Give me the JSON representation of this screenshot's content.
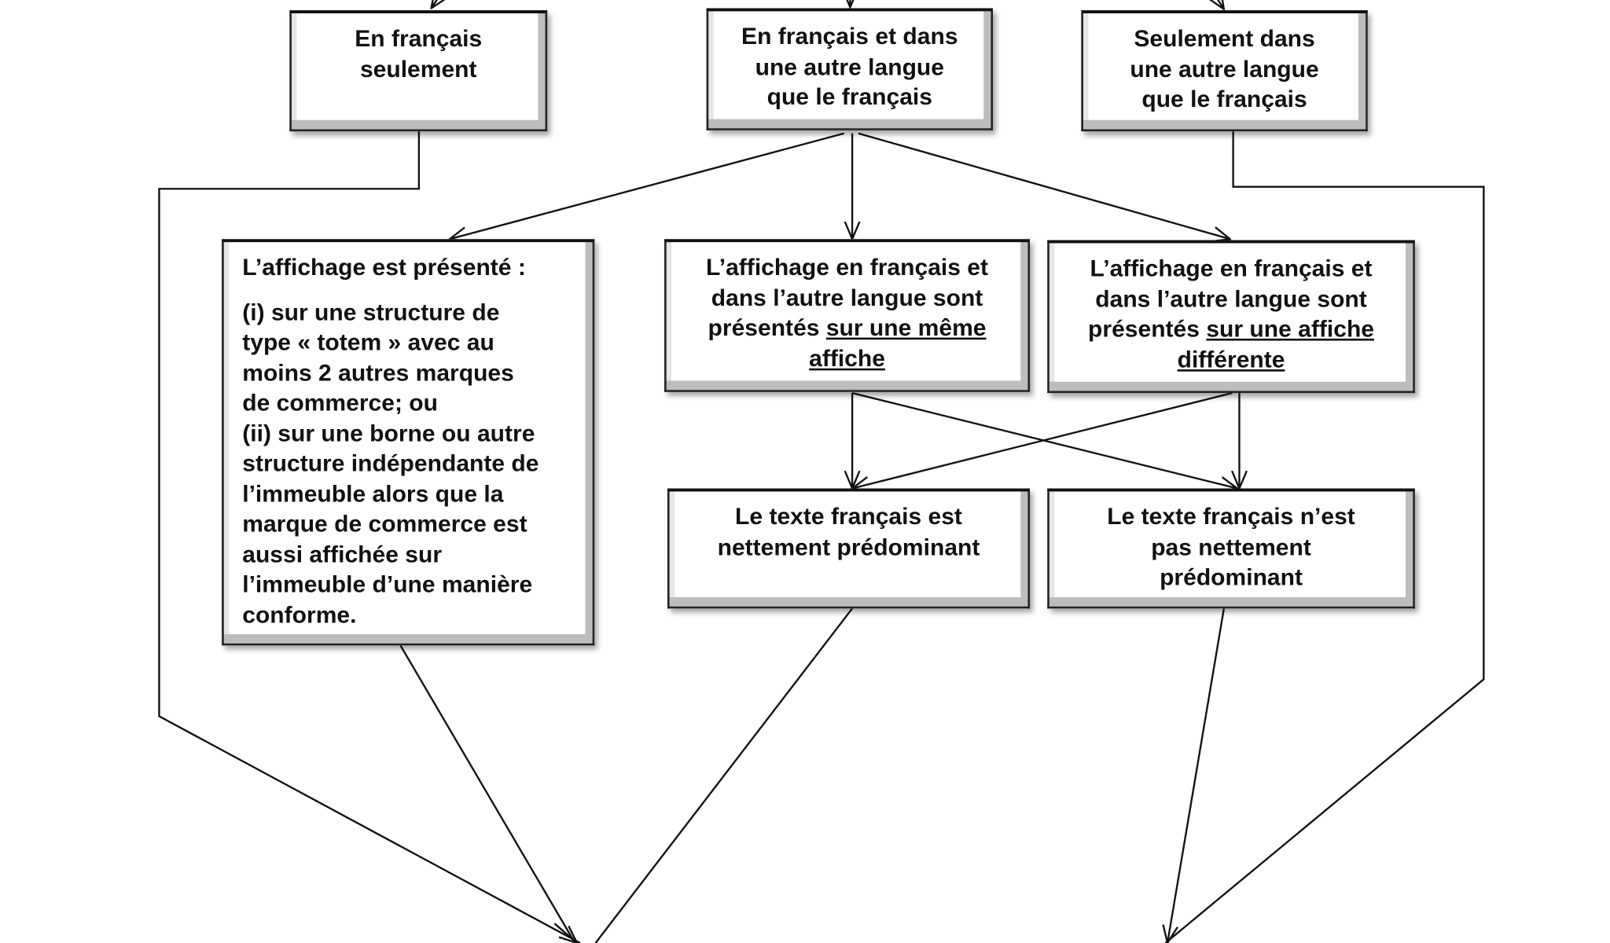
{
  "boxes": [
    {
      "id": "francais-seulement",
      "lines": [
        [
          {
            "t": "En français"
          }
        ],
        [
          {
            "t": "seulement"
          }
        ]
      ]
    },
    {
      "id": "francais-et-autre-langue",
      "lines": [
        [
          {
            "t": "En français et dans"
          }
        ],
        [
          {
            "t": "une autre langue"
          }
        ],
        [
          {
            "t": "que le français"
          }
        ]
      ]
    },
    {
      "id": "seulement-autre-langue",
      "lines": [
        [
          {
            "t": "Seulement dans"
          }
        ],
        [
          {
            "t": "une autre langue"
          }
        ],
        [
          {
            "t": "que le français"
          }
        ]
      ]
    },
    {
      "id": "affichage-presente",
      "lines": [
        [
          {
            "t": "L’affichage est présenté :"
          }
        ],
        "gap",
        [
          {
            "t": "(i) sur une structure de"
          }
        ],
        [
          {
            "t": "type « totem » avec au"
          }
        ],
        [
          {
            "t": "moins 2 autres marques"
          }
        ],
        [
          {
            "t": "de commerce; ou"
          }
        ],
        [
          {
            "t": "(ii) sur une borne ou autre"
          }
        ],
        [
          {
            "t": "structure indépendante de"
          }
        ],
        [
          {
            "t": "l’immeuble alors que la"
          }
        ],
        [
          {
            "t": "marque de commerce est"
          }
        ],
        [
          {
            "t": "aussi affichée sur"
          }
        ],
        [
          {
            "t": "l’immeuble d’une manière"
          }
        ],
        [
          {
            "t": "conforme."
          }
        ]
      ]
    },
    {
      "id": "meme-affiche",
      "lines": [
        [
          {
            "t": "L’affichage en français et"
          }
        ],
        [
          {
            "t": "dans l’autre langue sont"
          }
        ],
        [
          {
            "t": "présentés "
          },
          {
            "t": "sur une même",
            "u": true
          }
        ],
        [
          {
            "t": "affiche",
            "u": true
          }
        ]
      ]
    },
    {
      "id": "affiche-differente",
      "lines": [
        [
          {
            "t": "L’affichage en français et"
          }
        ],
        [
          {
            "t": "dans l’autre langue sont"
          }
        ],
        [
          {
            "t": "présentés "
          },
          {
            "t": "sur une affiche",
            "u": true
          }
        ],
        [
          {
            "t": "différente",
            "u": true
          }
        ]
      ]
    },
    {
      "id": "nettement-predominant",
      "lines": [
        [
          {
            "t": "Le texte français est"
          }
        ],
        [
          {
            "t": "nettement prédominant"
          }
        ]
      ]
    },
    {
      "id": "pas-nettement-predominant",
      "lines": [
        [
          {
            "t": "Le texte français n’est"
          }
        ],
        [
          {
            "t": "pas nettement"
          }
        ],
        [
          {
            "t": "prédominant"
          }
        ]
      ]
    }
  ]
}
